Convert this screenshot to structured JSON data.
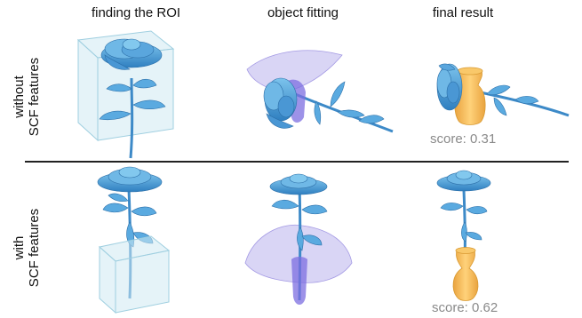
{
  "headers": {
    "col1": "finding the ROI",
    "col2": "object fitting",
    "col3": "final result"
  },
  "rows": {
    "top": {
      "line1": "without",
      "line2": "SCF features",
      "score": "score: 0.31"
    },
    "bottom": {
      "line1": "with",
      "line2": "SCF features",
      "score": "score: 0.62"
    }
  },
  "colors": {
    "flower": "#4a9fd8",
    "flower_dark": "#2c6fa8",
    "roi_box": "#bfe3ee",
    "fit_surface": "#b9b4ec",
    "fit_solid": "#7c6de0",
    "vase": "#f5bd5a",
    "vase_dark": "#d99a32"
  }
}
